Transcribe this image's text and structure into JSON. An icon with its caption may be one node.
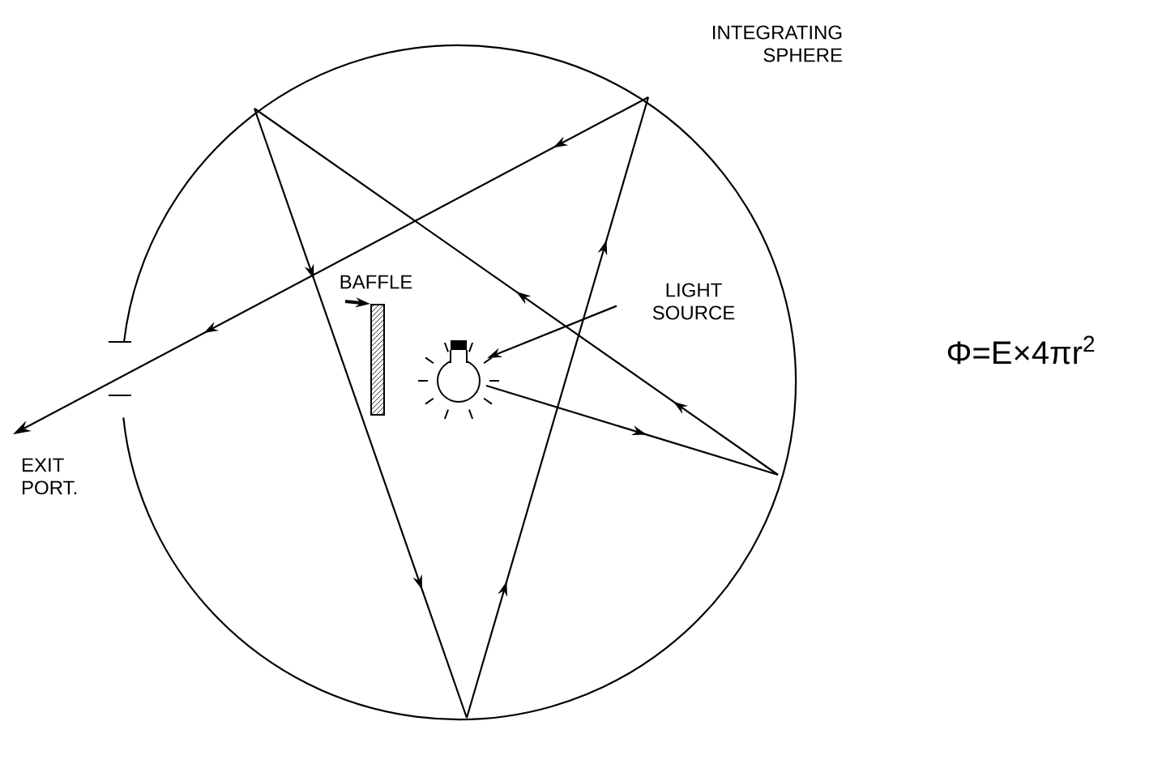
{
  "diagram": {
    "nodes": [
      {
        "text": [
          "BAFFLE"
        ]
      },
      {
        "text": [],
        "shape": "bar"
      },
      {
        "text": [
          "LIGHT SOURCE"
        ]
      },
      {
        "text": [],
        "shape": "picture"
      }
    ],
    "edges": [
      {
        "from": 0,
        "to": 1,
        "arrow": "to"
      },
      {
        "from": 2,
        "to": 3,
        "arrow": "to"
      }
    ],
    "labels": [
      "INTEGRATING SPHERE",
      "EXIT PORT.",
      "Φ=E×4πr$^{2}$"
    ]
  }
}
